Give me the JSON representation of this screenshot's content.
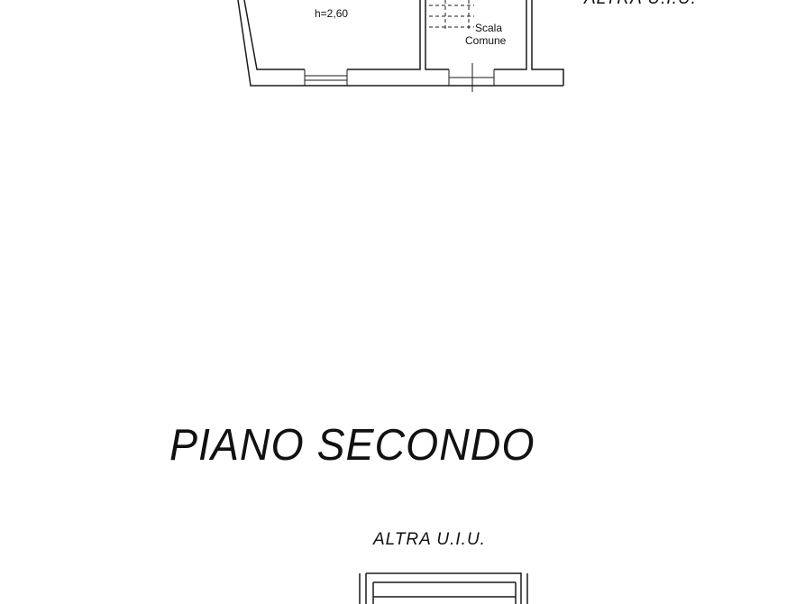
{
  "floor_heading": "PIANO SECONDO",
  "upper_plan": {
    "room_height": "h=2,60",
    "stair_label_line1": "Scala",
    "stair_label_line2": "Comune",
    "other_unit": "ALTRA U.I.U."
  },
  "lower_plan": {
    "other_unit": "ALTRA U.I.U."
  },
  "colors": {
    "line": "#1a1a1a",
    "background": "#ffffff"
  }
}
